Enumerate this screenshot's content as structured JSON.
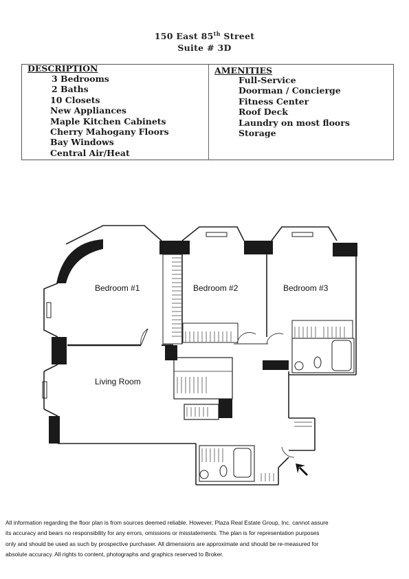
{
  "header": {
    "address_prefix": "150  East 85",
    "address_sup": "th",
    "address_suffix": " Street",
    "suite": "Suite #  3D"
  },
  "description": {
    "title": "DESCRIPTION",
    "items": [
      "3 Bedrooms",
      "2 Baths",
      "10 Closets",
      "New Appliances",
      "Maple Kitchen Cabinets",
      "Cherry Mahogany Floors",
      "Bay Windows",
      "Central Air/Heat"
    ]
  },
  "amenities": {
    "title": "AMENITIES",
    "items": [
      "Full-Service",
      "Doorman / Concierge",
      "Fitness Center",
      "Roof Deck",
      "Laundry on most floors",
      "Storage"
    ]
  },
  "rooms": {
    "bedroom1": "Bedroom #1",
    "bedroom2": "Bedroom #2",
    "bedroom3": "Bedroom #3",
    "living": "Living Room"
  },
  "disclaimer": "All information regarding the floor plan is from sources deemed reliable. However, Plaza Real Estate Group, Inc. cannot assure its accuracy and bears no responsibility for any errors, omissions or misstatements. The plan is for representation purposes only and should be used as such by prospective purchaser. All dimensions are approximate and should be re-measured for absolute accuracy. All rights to content, photographs and graphics reserved to Broker."
}
